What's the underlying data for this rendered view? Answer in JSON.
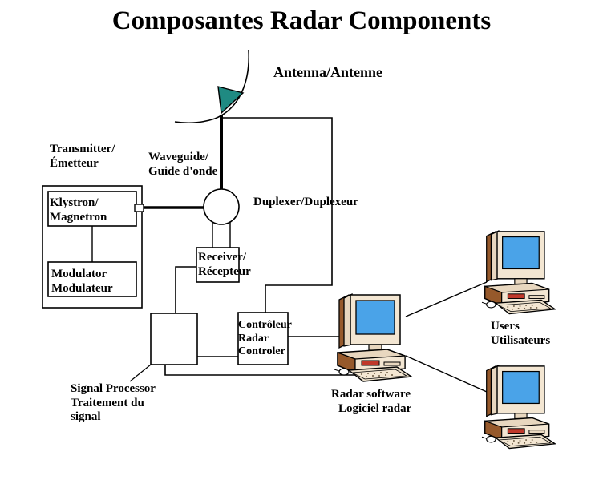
{
  "title": "Composantes Radar Components",
  "labels": {
    "antenna": "Antenna/Antenne",
    "transmitter": "Transmitter/\nÉmetteur",
    "waveguide": "Waveguide/\nGuide d'onde",
    "klystron": "Klystron/\nMagnetron",
    "duplexer": "Duplexer/Duplexeur",
    "receiver": "Receiver/\nRécepteur",
    "modulator": "Modulator\nModulateur",
    "controller": "Contrôleur\nRadar\nControler",
    "users": "Users\nUtilisateurs",
    "signal_processor": "Signal Processor\nTraitement du\nsignal",
    "radar_software_line1": "Radar software",
    "radar_software_line2": "Logiciel radar"
  },
  "icons": {
    "antenna_feed": "antenna-feed-triangle",
    "antenna_dish": "antenna-dish-arc",
    "duplexer": "duplexer-circle",
    "computer_center": "computer-icon",
    "computer_user_top": "computer-icon",
    "computer_user_bottom": "computer-icon"
  },
  "colors": {
    "background": "#ffffff",
    "stroke": "#000000",
    "antenna_feed": "#1f8a82",
    "screen_blue": "#4aa3e8",
    "case_beige": "#e8d7bf",
    "case_light": "#f3e6d2",
    "case_brown": "#96592b",
    "case_dark_brown": "#5e3a1c",
    "led_red": "#c0392b"
  }
}
